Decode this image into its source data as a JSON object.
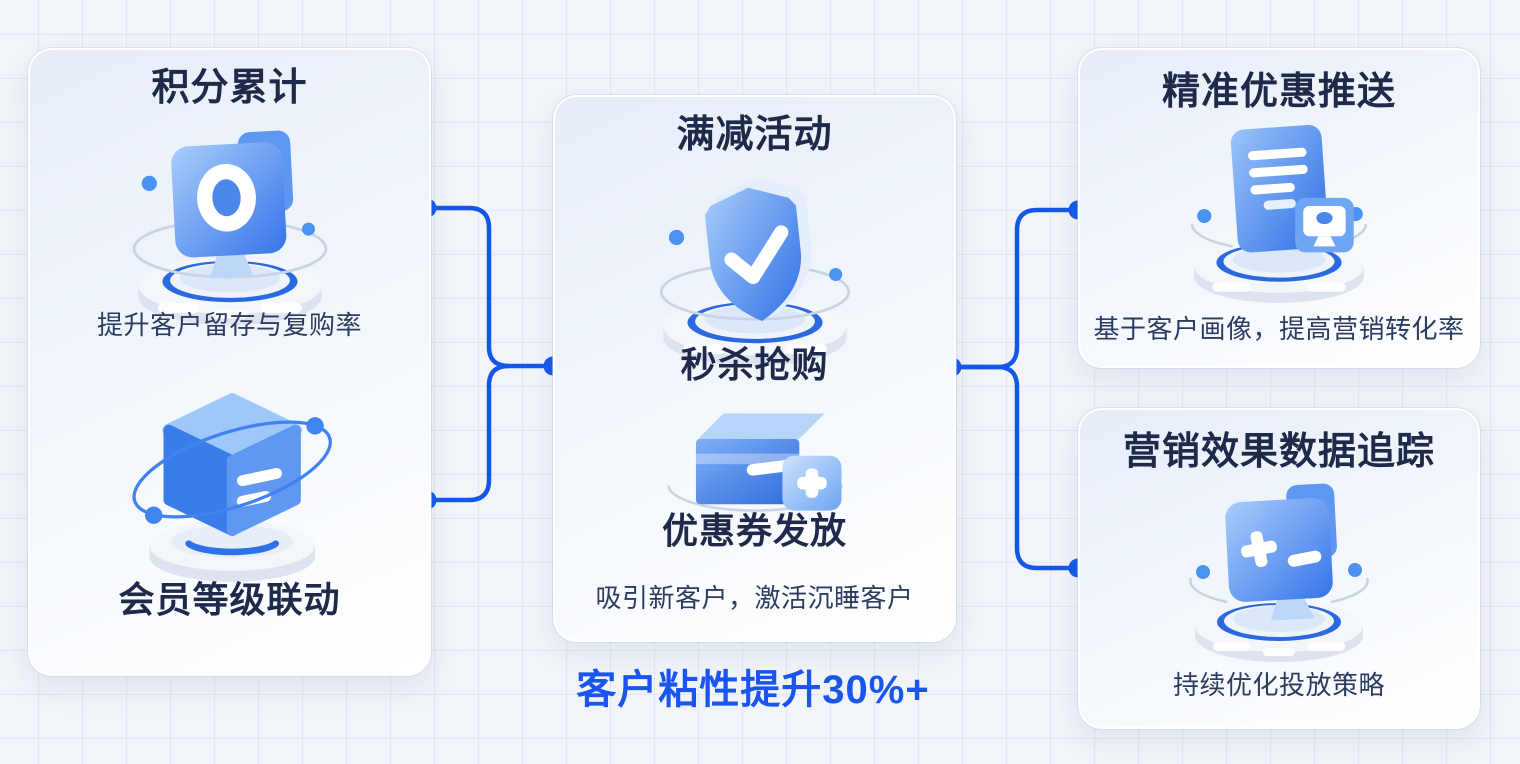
{
  "diagram": {
    "left_card": {
      "title": "积分累计",
      "top_icon": "points-accumulation-icon",
      "top_desc": "提升客户留存与复购率",
      "bottom_icon": "member-level-icon",
      "bottom_title": "会员等级联动"
    },
    "middle_card": {
      "title": "满减活动",
      "top_icon": "flash-sale-shield-icon",
      "middle_label": "秒杀抢购",
      "bottom_icon": "coupon-box-icon",
      "bottom_label": "优惠券发放",
      "desc": "吸引新客户，激活沉睡客户"
    },
    "right_top_card": {
      "title": "精准优惠推送",
      "icon": "targeted-push-icon",
      "desc": "基于客户画像，提高营销转化率"
    },
    "right_bottom_card": {
      "title": "营销效果数据追踪",
      "icon": "data-tracking-icon",
      "desc": "持续优化投放策略"
    },
    "footer": {
      "highlight": "客户粘性提升30%+"
    },
    "colors": {
      "connector_blue": "#1356e8",
      "title_navy": "#1f2a4a",
      "desc_navy": "#2c3c60",
      "highlight_blue": "#1a55f0",
      "icon_blue": "#3674ea",
      "podium_ring_blue": "#2b69e0",
      "background": "#f1f4f8"
    }
  }
}
